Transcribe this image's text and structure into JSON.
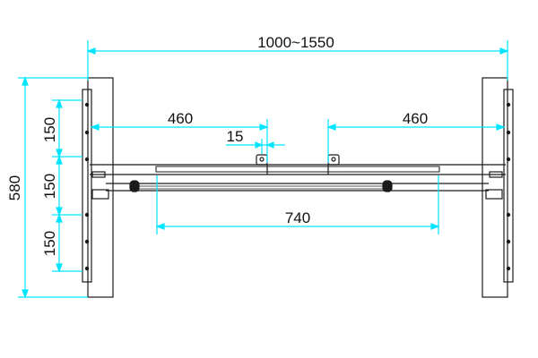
{
  "drawing": {
    "colors": {
      "dimension": "#00e5ff",
      "outline": "#1a1a1a",
      "background": "#ffffff"
    },
    "dimensions": {
      "overall_width": "1000~1550",
      "height": "580",
      "side_segment_top": "150",
      "side_segment_middle": "150",
      "side_segment_bottom": "150",
      "left_beam": "460",
      "right_beam": "460",
      "bracket_offset": "15",
      "crossbar": "740"
    }
  }
}
